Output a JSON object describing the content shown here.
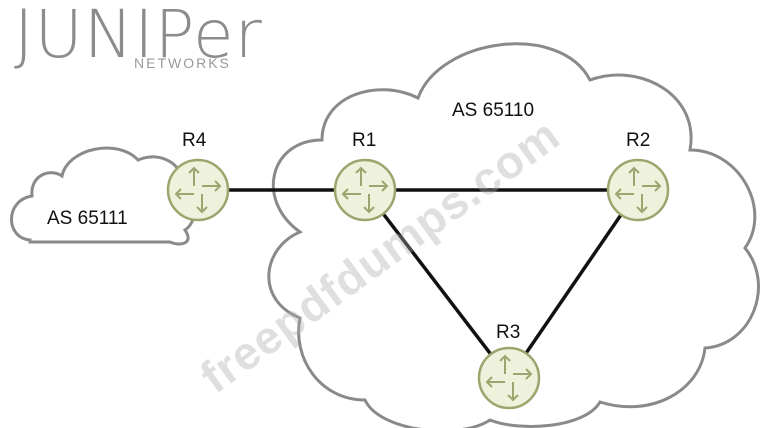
{
  "logo": {
    "brand": "JUNIPer",
    "sub": "NETWORKS",
    "color": "#8c8c8c"
  },
  "clouds": {
    "left": {
      "label": "AS 65111"
    },
    "right": {
      "label": "AS 65110"
    }
  },
  "routers": {
    "r1": {
      "label": "R1"
    },
    "r2": {
      "label": "R2"
    },
    "r3": {
      "label": "R3"
    },
    "r4": {
      "label": "R4"
    }
  },
  "watermark": {
    "text": "freepdfdumps.com"
  },
  "colors": {
    "router_fill": "#eef1dc",
    "router_stroke": "#9aa66e",
    "link": "#111111",
    "cloud_stroke": "#8a8a8a"
  }
}
